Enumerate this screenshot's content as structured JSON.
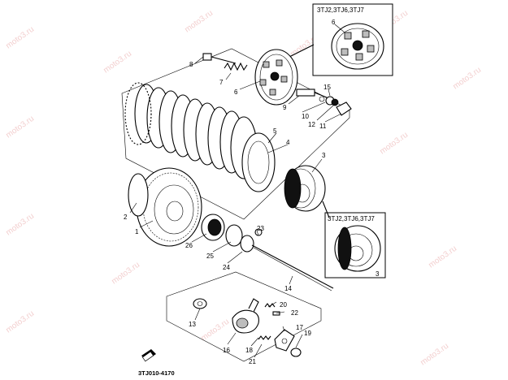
{
  "diagram_code": "3TJ010-4170",
  "variant_label_top": "3TJ2,3TJ6,3TJ7",
  "variant_label_bottom": "3TJ2,3TJ6,3TJ7",
  "watermark": "moto3.ru",
  "callouts": [
    "1",
    "2",
    "3",
    "4",
    "5",
    "6",
    "7",
    "8",
    "9",
    "10",
    "11",
    "12",
    "13",
    "14",
    "15",
    "16",
    "17",
    "18",
    "19",
    "20",
    "21",
    "22",
    "23",
    "24",
    "25",
    "26"
  ],
  "inset_top_callout": "6",
  "inset_bottom_callout": "3"
}
